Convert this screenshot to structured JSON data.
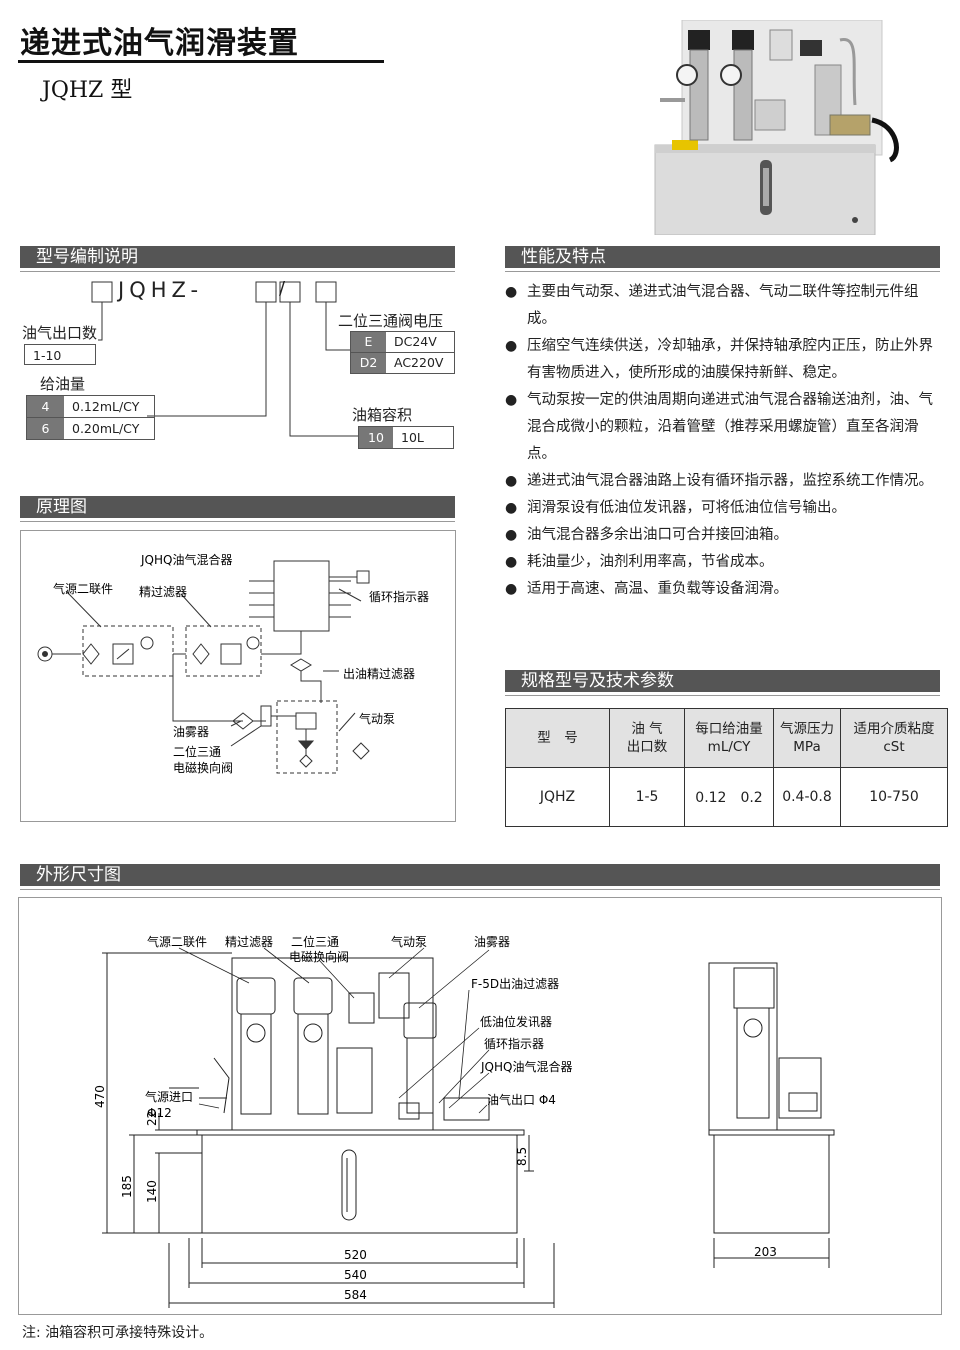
{
  "header": {
    "title": "递进式油气润滑装置",
    "model": "JQHZ 型"
  },
  "sections": {
    "model_code": "型号编制说明",
    "features": "性能及特点",
    "principle": "原理图",
    "specs": "规格型号及技术参数",
    "dimensions": "外形尺寸图"
  },
  "model_code": {
    "code": "JQHZ-",
    "slash": "/",
    "outlets_label": "油气出口数",
    "outlets_value": "1-10",
    "oil_label": "给油量",
    "oil_rows": [
      {
        "code": "4",
        "value": "0.12mL/CY"
      },
      {
        "code": "6",
        "value": "0.20mL/CY"
      }
    ],
    "valve_label": "二位三通阀电压",
    "valve_rows": [
      {
        "code": "E",
        "value": "DC24V"
      },
      {
        "code": "D2",
        "value": "AC220V"
      }
    ],
    "tank_label": "油箱容积",
    "tank_rows": [
      {
        "code": "10",
        "value": "10L"
      }
    ]
  },
  "features": [
    "主要由气动泵、递进式油气混合器、气动二联件等控制元件组成。",
    "压缩空气连续供送，冷却轴承，并保持轴承腔内正压，防止外界有害物质进入，使所形成的油膜保持新鲜、稳定。",
    "气动泵按一定的供油周期向递进式油气混合器输送油剂，油、气混合成微小的颗粒，沿着管壁（推荐采用螺旋管）直至各润滑点。",
    "递进式油气混合器油路上设有循环指示器，监控系统工作情况。",
    "润滑泵设有低油位发讯器，可将低油位信号输出。",
    "油气混合器多余出油口可合并接回油箱。",
    "耗油量少，油剂利用率高，节省成本。",
    "适用于高速、高温、重负载等设备润滑。"
  ],
  "principle": {
    "mixer": "JQHQ油气混合器",
    "frl": "气源二联件",
    "fine_filter": "精过滤器",
    "indicator": "循环指示器",
    "outlet_filter": "出油精过滤器",
    "lubricator": "油雾器",
    "pump": "气动泵",
    "valve_line1": "二位三通",
    "valve_line2": "电磁换向阀"
  },
  "spec_table": {
    "headers": [
      {
        "line1": "型　号",
        "line2": ""
      },
      {
        "line1": "油 气",
        "line2": "出口数"
      },
      {
        "line1": "每口给油量",
        "line2": "mL/CY"
      },
      {
        "line1": "气源压力",
        "line2": "MPa"
      },
      {
        "line1": "适用介质粘度",
        "line2": "cSt"
      }
    ],
    "rows": [
      [
        "JQHZ",
        "1-5",
        "0.12　0.2",
        "0.4-0.8",
        "10-750"
      ]
    ]
  },
  "dimensions": {
    "labels": {
      "frl": "气源二联件",
      "fine_filter": "精过滤器",
      "valve_line1": "二位三通",
      "valve_line2": "电磁换向阀",
      "pump": "气动泵",
      "lubricator": "油雾器",
      "f5d": "F-5D出油过滤器",
      "low_level": "低油位发讯器",
      "indicator": "循环指示器",
      "mixer": "JQHQ油气混合器",
      "air_inlet": "气源进口",
      "air_inlet_size": "Φ12",
      "outlet": "油气出口 Φ4"
    },
    "values": {
      "h470": "470",
      "h22": "22",
      "h185": "185",
      "h140": "140",
      "h8_5": "8.5",
      "w520": "520",
      "w540": "540",
      "w584": "584",
      "w203": "203"
    }
  },
  "note": "注:  油箱容积可承接特殊设计。"
}
